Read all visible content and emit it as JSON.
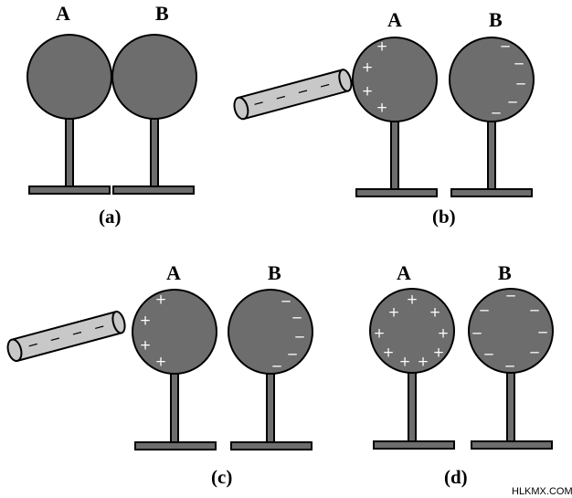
{
  "colors": {
    "sphere": "#6d6d6d",
    "stand": "#6d6d6d",
    "rod": "#c8c8c8",
    "outline": "#000000"
  },
  "panels": {
    "a": {
      "caption": "(a)",
      "label_a": "A",
      "label_b": "B"
    },
    "b": {
      "caption": "(b)",
      "label_a": "A",
      "label_b": "B"
    },
    "c": {
      "caption": "(c)",
      "label_a": "A",
      "label_b": "B"
    },
    "d": {
      "caption": "(d)",
      "label_a": "A",
      "label_b": "B"
    }
  },
  "signs": {
    "positive": "+",
    "negative": "−"
  },
  "watermark": "HLKMX.COM"
}
